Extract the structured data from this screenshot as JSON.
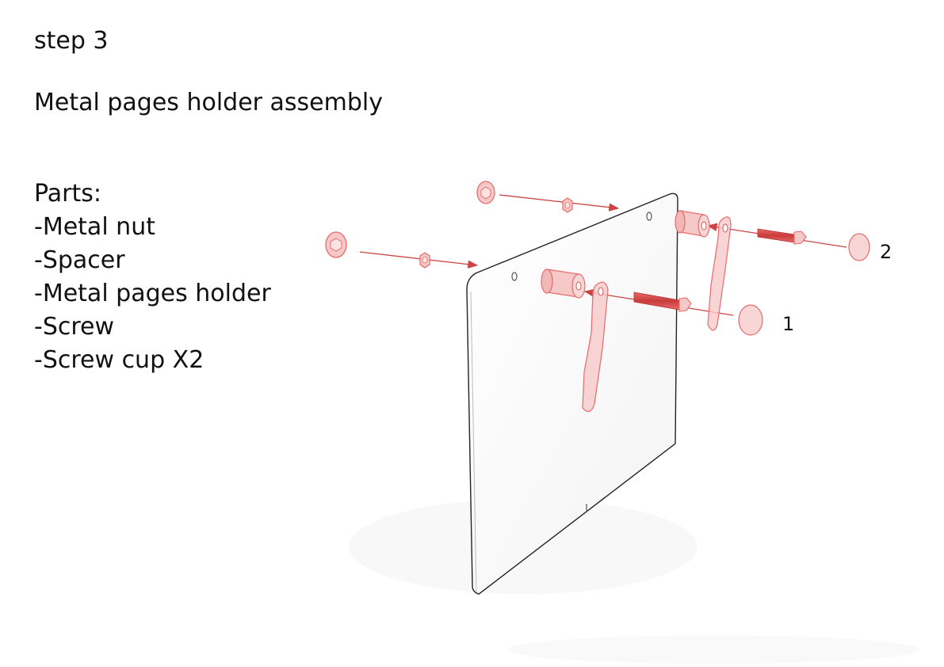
{
  "step_label": "step 3",
  "assembly_title": "Metal pages holder assembly",
  "parts": {
    "heading": "Parts:",
    "items": [
      "-Metal nut",
      "-Spacer",
      "-Metal pages holder",
      "-Screw",
      "-Screw cup X2"
    ]
  },
  "callouts": {
    "first": "1",
    "second": "2"
  },
  "colors": {
    "part_highlight": "#e86a6a",
    "part_fill": "#f6c9c9",
    "arrow": "#cc4444",
    "plate_outline": "#222222"
  }
}
